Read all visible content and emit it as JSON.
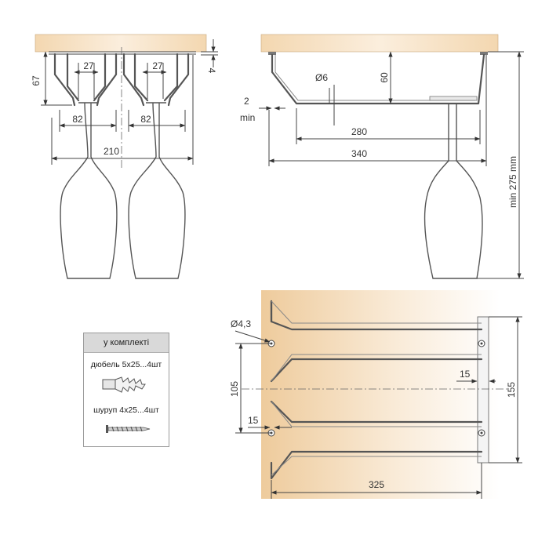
{
  "dimensions": {
    "front": {
      "height_67": "67",
      "spacing_27_left": "27",
      "spacing_27_right": "27",
      "width_82_left": "82",
      "width_82_right": "82",
      "total_210": "210",
      "thickness_4": "4"
    },
    "side": {
      "rod_diameter": "Ø6",
      "height_60": "60",
      "gap_label_2": "2",
      "gap_label_min": "min",
      "depth_280": "280",
      "depth_340": "340",
      "clearance": "min 275 mm"
    },
    "top": {
      "hole_diameter": "Ø4,3",
      "spacing_105": "105",
      "offset_15_left": "15",
      "offset_15_right": "15",
      "width_155": "155",
      "length_325": "325"
    }
  },
  "kit": {
    "title": "у комплекті",
    "dowel": "дюбель 5х25...4шт",
    "screw": "шуруп 4х25...4шт"
  },
  "colors": {
    "wood_light": "#fbf3e6",
    "wood_dark": "#f0d2a8",
    "line": "#444444"
  }
}
